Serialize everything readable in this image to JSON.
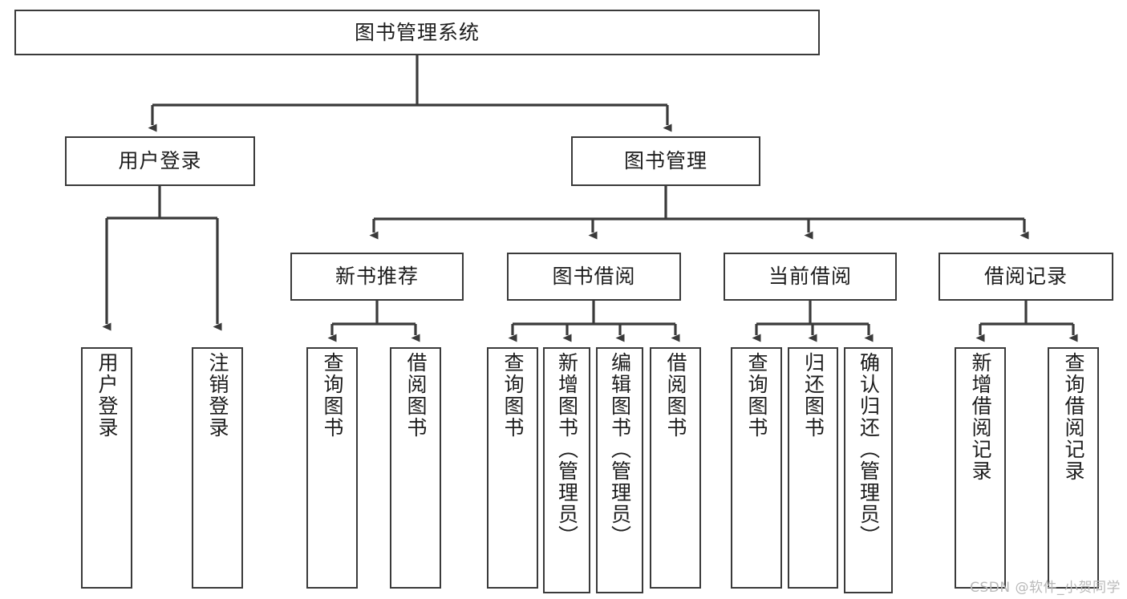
{
  "diagram": {
    "title": "图书管理系统",
    "type": "tree-hierarchy-chart",
    "stroke_color": "#3a3a3a",
    "background_color": "#ffffff",
    "text_color": "#1d1d1d"
  },
  "nodes": {
    "root": {
      "label": "图书管理系统"
    },
    "level2": [
      {
        "id": "user-login",
        "label": "用户登录"
      },
      {
        "id": "book-management",
        "label": "图书管理"
      }
    ],
    "level3": [
      {
        "id": "new-book-recommend",
        "label": "新书推荐"
      },
      {
        "id": "book-borrow",
        "label": "图书借阅"
      },
      {
        "id": "current-borrow",
        "label": "当前借阅"
      },
      {
        "id": "borrow-record",
        "label": "借阅记录"
      }
    ],
    "leaves": [
      {
        "id": "leaf-user-login",
        "label": "用户登录",
        "parent": "user-login"
      },
      {
        "id": "leaf-logout-login",
        "label": "注销登录",
        "parent": "user-login"
      },
      {
        "id": "leaf-query-book-1",
        "label": "查询图书",
        "parent": "new-book-recommend"
      },
      {
        "id": "leaf-borrow-book-1",
        "label": "借阅图书",
        "parent": "new-book-recommend"
      },
      {
        "id": "leaf-query-book-2",
        "label": "查询图书",
        "parent": "book-borrow"
      },
      {
        "id": "leaf-add-book",
        "label": "新增图书（管理员）",
        "parent": "book-borrow"
      },
      {
        "id": "leaf-edit-book",
        "label": "编辑图书（管理员）",
        "parent": "book-borrow"
      },
      {
        "id": "leaf-borrow-book-2",
        "label": "借阅图书",
        "parent": "book-borrow"
      },
      {
        "id": "leaf-query-book-3",
        "label": "查询图书",
        "parent": "current-borrow"
      },
      {
        "id": "leaf-return-book",
        "label": "归还图书",
        "parent": "current-borrow"
      },
      {
        "id": "leaf-confirm-return",
        "label": "确认归还（管理员）",
        "parent": "current-borrow"
      },
      {
        "id": "leaf-add-record",
        "label": "新增借阅记录",
        "parent": "borrow-record"
      },
      {
        "id": "leaf-query-record",
        "label": "查询借阅记录",
        "parent": "borrow-record"
      }
    ]
  },
  "watermark": {
    "text": "CSDN @软件_小贺同学"
  }
}
